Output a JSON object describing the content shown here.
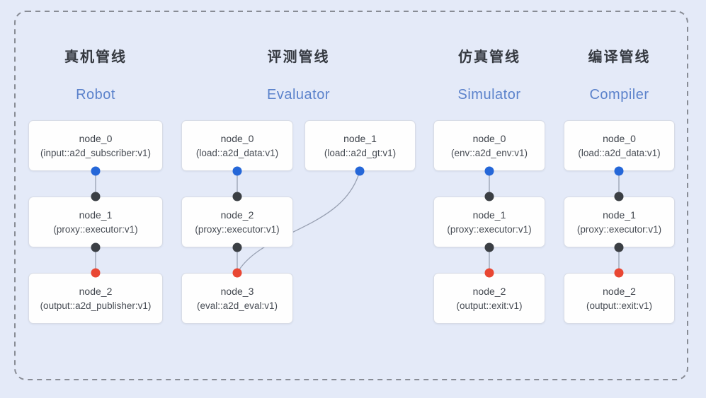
{
  "diagram": {
    "pipelines": [
      {
        "title": "真机管线",
        "subtitle": "Robot",
        "nodes": [
          {
            "name": "node_0",
            "type": "(input::a2d_subscriber:v1)"
          },
          {
            "name": "node_1",
            "type": "(proxy::executor:v1)"
          },
          {
            "name": "node_2",
            "type": "(output::a2d_publisher:v1)"
          }
        ]
      },
      {
        "title": "评测管线",
        "subtitle": "Evaluator",
        "nodes": [
          {
            "name": "node_0",
            "type": "(load::a2d_data:v1)"
          },
          {
            "name": "node_1",
            "type": "(load::a2d_gt:v1)"
          },
          {
            "name": "node_2",
            "type": "(proxy::executor:v1)"
          },
          {
            "name": "node_3",
            "type": "(eval::a2d_eval:v1)"
          }
        ]
      },
      {
        "title": "仿真管线",
        "subtitle": "Simulator",
        "nodes": [
          {
            "name": "node_0",
            "type": "(env::a2d_env:v1)"
          },
          {
            "name": "node_1",
            "type": "(proxy::executor:v1)"
          },
          {
            "name": "node_2",
            "type": "(output::exit:v1)"
          }
        ]
      },
      {
        "title": "编译管线",
        "subtitle": "Compiler",
        "nodes": [
          {
            "name": "node_0",
            "type": "(load::a2d_data:v1)"
          },
          {
            "name": "node_1",
            "type": "(proxy::executor:v1)"
          },
          {
            "name": "node_2",
            "type": "(output::exit:v1)"
          }
        ]
      }
    ]
  },
  "colors": {
    "background": "#e4eaf8",
    "dashed_border": "#888c95",
    "pipeline_title": "#363a41",
    "pipeline_subtitle": "#5b82cb",
    "edge": "#98a0b2",
    "blue_port": "#2567d8",
    "dark_port": "#3b3f44",
    "red_port": "#e94733"
  }
}
